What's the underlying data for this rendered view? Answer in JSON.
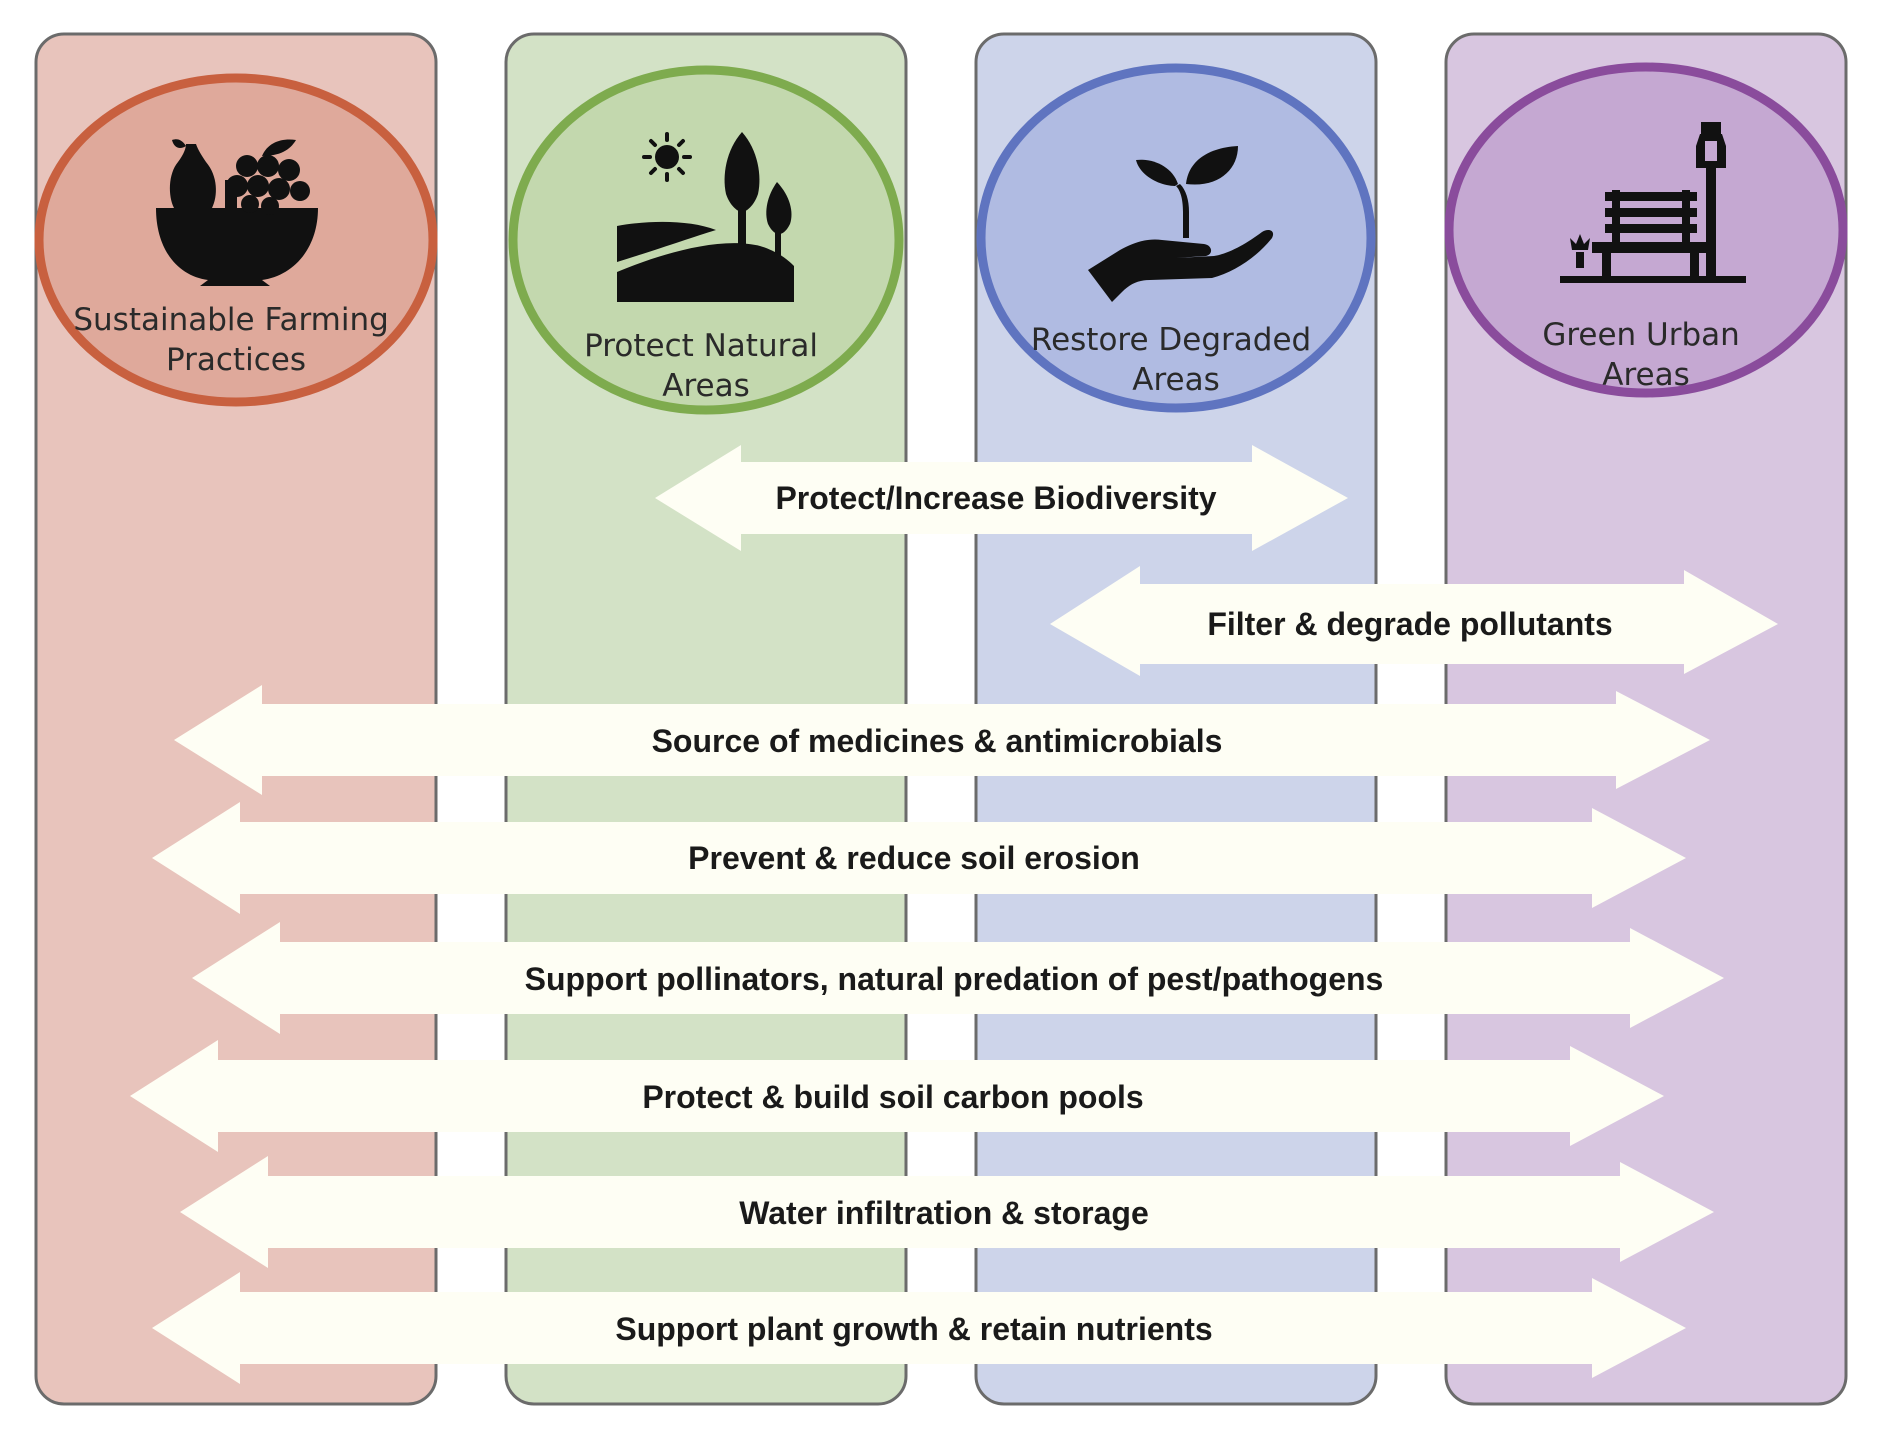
{
  "columns": [
    {
      "key": "farming",
      "title_lines": [
        "Sustainable Farming",
        "Practices"
      ],
      "icon": "fruit-bowl-icon",
      "fill": "#e8c4bc",
      "circle_fill": "#dfa99b",
      "circle_stroke": "#c8603f"
    },
    {
      "key": "natural",
      "title_lines": [
        "Protect Natural",
        "Areas"
      ],
      "icon": "landscape-trees-sun-icon",
      "fill": "#d3e2c6",
      "circle_fill": "#c3d8ae",
      "circle_stroke": "#7eab4e"
    },
    {
      "key": "degraded",
      "title_lines": [
        "Restore Degraded",
        "Areas"
      ],
      "icon": "hand-sprout-icon",
      "fill": "#cdd4ea",
      "circle_fill": "#b0bbe2",
      "circle_stroke": "#5f74c0"
    },
    {
      "key": "urban",
      "title_lines": [
        "Green Urban",
        "Areas"
      ],
      "icon": "park-bench-lamp-icon",
      "fill": "#d8c6e0",
      "circle_fill": "#c5a8d2",
      "circle_stroke": "#8a4c9c"
    }
  ],
  "arrows": [
    {
      "label": "Protect/Increase Biodiversity",
      "spans": [
        "Protect Natural Areas",
        "Restore Degraded Areas"
      ]
    },
    {
      "label": "Filter & degrade pollutants",
      "spans": [
        "Restore Degraded Areas",
        "Green Urban Areas"
      ]
    },
    {
      "label": "Source of medicines & antimicrobials",
      "spans": [
        "Sustainable Farming Practices",
        "Green Urban Areas"
      ]
    },
    {
      "label": "Prevent & reduce soil erosion",
      "spans": [
        "Sustainable Farming Practices",
        "Green Urban Areas"
      ]
    },
    {
      "label": "Support pollinators, natural predation of pest/pathogens",
      "spans": [
        "Sustainable Farming Practices",
        "Green Urban Areas"
      ]
    },
    {
      "label": "Protect & build soil carbon pools",
      "spans": [
        "Sustainable Farming Practices",
        "Green Urban Areas"
      ]
    },
    {
      "label": "Water infiltration & storage",
      "spans": [
        "Sustainable Farming Practices",
        "Green Urban Areas"
      ]
    },
    {
      "label": "Support plant growth & retain nutrients",
      "spans": [
        "Sustainable Farming Practices",
        "Green Urban Areas"
      ]
    }
  ],
  "colors": {
    "arrow_fill": "#fefef4",
    "icon": "#111111",
    "column_border": "#6b6b6b"
  }
}
